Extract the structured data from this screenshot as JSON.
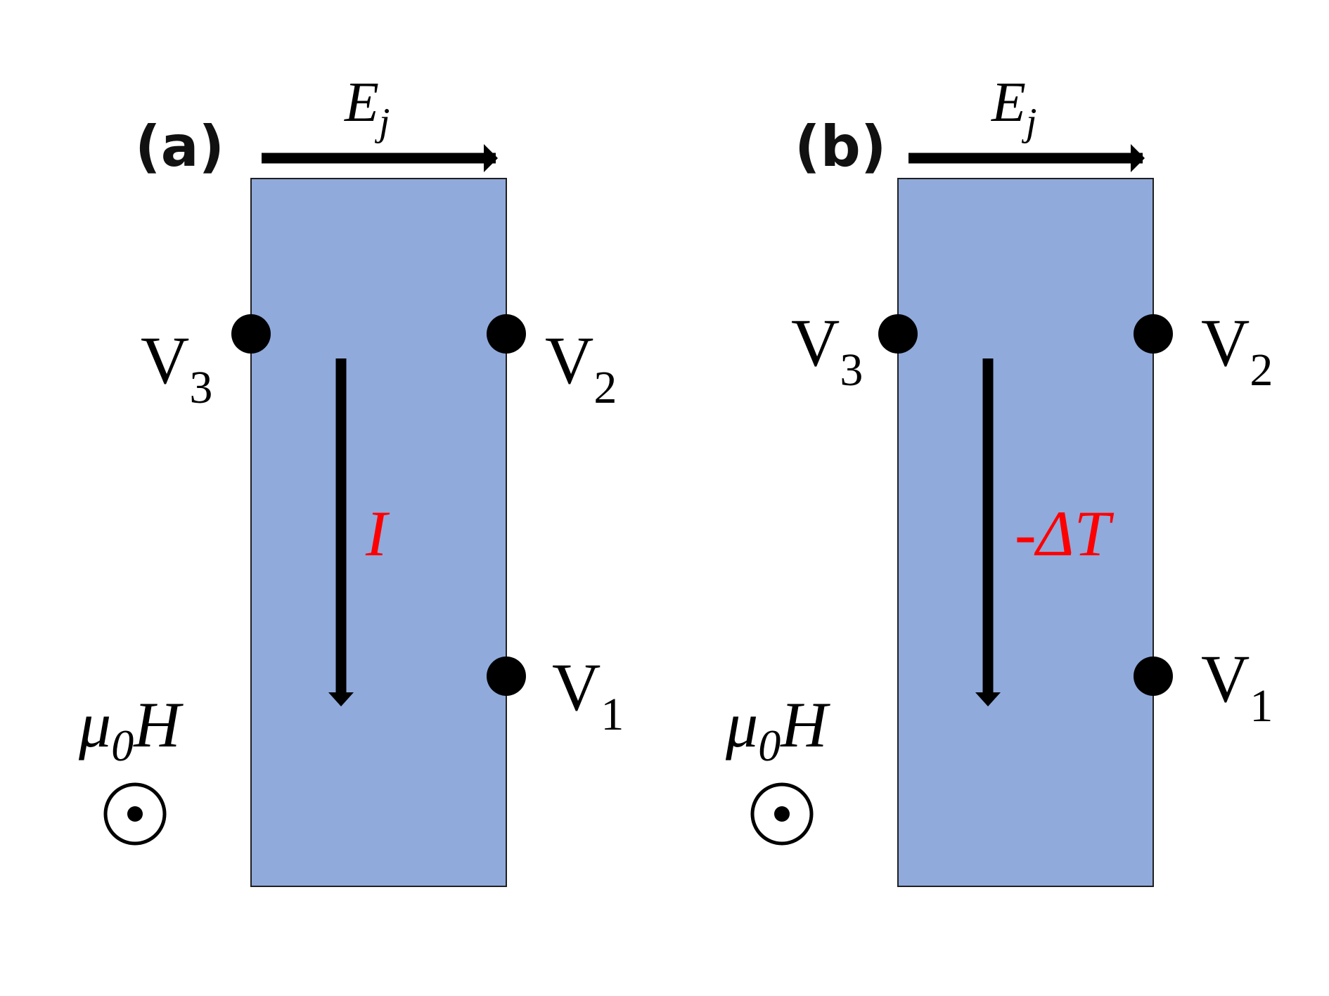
{
  "colors": {
    "sample_fill": "#90aadc",
    "sample_stroke": "#1f1f1f",
    "arrow": "#000000",
    "contact": "#000000",
    "highlight": "#ff0000"
  },
  "panels": [
    {
      "label": "(a)",
      "top_arrow": {
        "symbol": "E",
        "subscript": "j"
      },
      "flow": {
        "label": "I",
        "direction": "down"
      },
      "contacts": [
        {
          "symbol": "V",
          "subscript": "3",
          "side": "left"
        },
        {
          "symbol": "V",
          "subscript": "2",
          "side": "right"
        },
        {
          "symbol": "V",
          "subscript": "1",
          "side": "right"
        }
      ],
      "field": {
        "symbol": "μ",
        "subscript": "0",
        "suffix": "H",
        "icon": "out-of-page-icon"
      }
    },
    {
      "label": "(b)",
      "top_arrow": {
        "symbol": "E",
        "subscript": "j"
      },
      "flow": {
        "label": "-ΔT",
        "direction": "down"
      },
      "contacts": [
        {
          "symbol": "V",
          "subscript": "3",
          "side": "left"
        },
        {
          "symbol": "V",
          "subscript": "2",
          "side": "right"
        },
        {
          "symbol": "V",
          "subscript": "1",
          "side": "right"
        }
      ],
      "field": {
        "symbol": "μ",
        "subscript": "0",
        "suffix": "H",
        "icon": "out-of-page-icon"
      }
    }
  ]
}
